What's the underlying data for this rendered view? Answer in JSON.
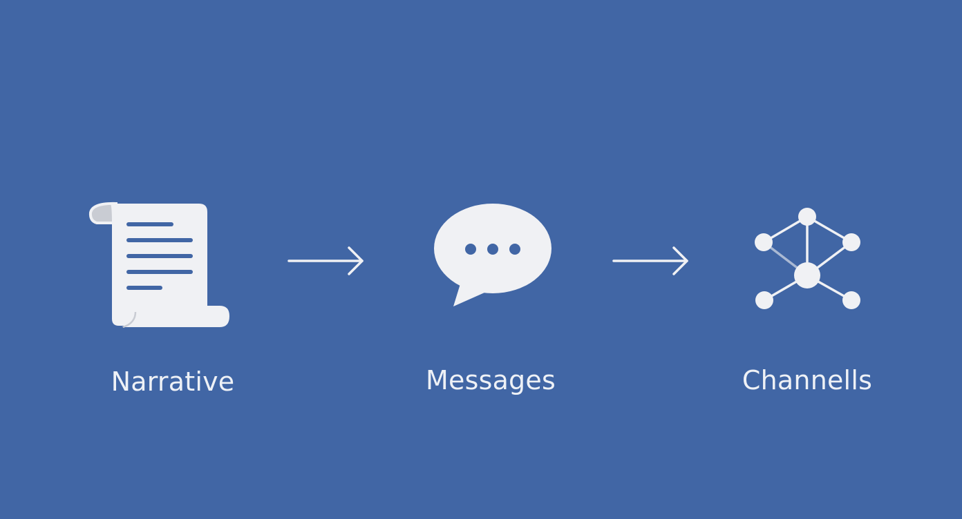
{
  "background_color": "#4166a5",
  "icon_color": "#f0f1f4",
  "steps": [
    {
      "label": "Narrative",
      "icon": "scroll-icon"
    },
    {
      "label": "Messages",
      "icon": "speech-bubble-icon"
    },
    {
      "label": "Channells",
      "icon": "network-icon"
    }
  ],
  "connectors": [
    {
      "icon": "arrow-right-icon"
    },
    {
      "icon": "arrow-right-icon"
    }
  ]
}
